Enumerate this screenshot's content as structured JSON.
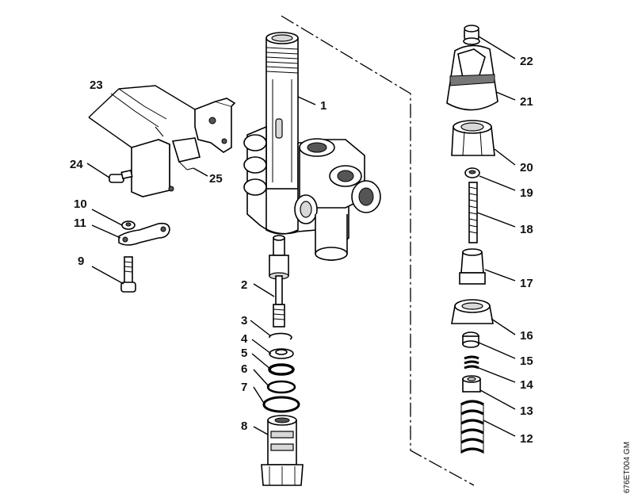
{
  "labels": {
    "p1": "1",
    "p2": "2",
    "p3": "3",
    "p4": "4",
    "p5": "5",
    "p6": "6",
    "p7": "7",
    "p8": "8",
    "p9": "9",
    "p10": "10",
    "p11": "11",
    "p12": "12",
    "p13": "13",
    "p14": "14",
    "p15": "15",
    "p16": "16",
    "p17": "17",
    "p18": "18",
    "p19": "19",
    "p20": "20",
    "p21": "21",
    "p22": "22",
    "p23": "23",
    "p24": "24",
    "p25": "25"
  },
  "doc_code": "676ET004 GM"
}
